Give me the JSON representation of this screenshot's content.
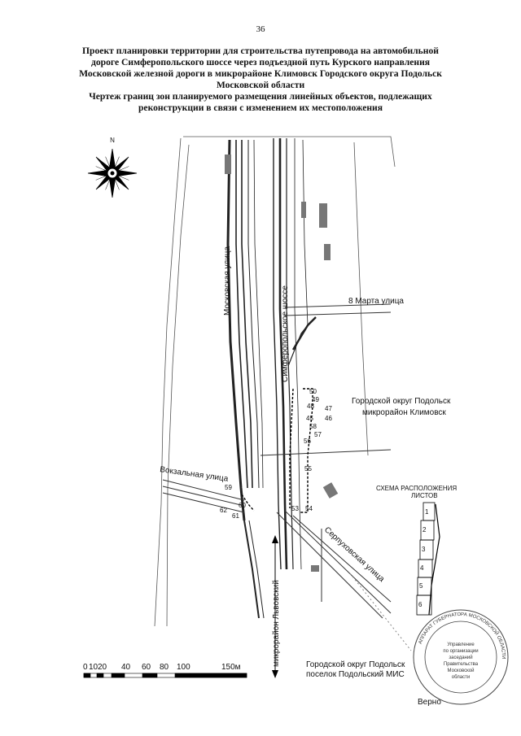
{
  "page_number": "36",
  "title": {
    "line1": "Проект планировки территории для строительства путепровода на автомобильной",
    "line2": "дороге Симферопольского шоссе через подъездной путь Курского направления",
    "line3": "Московской железной дороги в микрорайоне Климовск Городского округа Подольск",
    "line4": "Московской области",
    "line5": "Чертеж границ зон планируемого размещения линейных объектов, подлежащих",
    "line6": "реконструкции в связи с изменением их местоположения"
  },
  "compass": {
    "north": "N"
  },
  "streets": {
    "moskovskaya": "Московская улица",
    "simferopolskoe": "Симферопольское шоссе",
    "marta8": "8 Марта улица",
    "vokzalnaya": "Вокзальная улица",
    "serpukhovskaya": "Серпуховская улица",
    "lvovsky": "микрорайон Львовский"
  },
  "districts": {
    "klimovsk_line1": "Городской округ Подольск",
    "klimovsk_line2": "микрорайон Климовск",
    "mis_line1": "Городской округ Подольск",
    "mis_line2": "поселок Подольский МИС"
  },
  "point_labels": [
    "50",
    "49",
    "48",
    "47",
    "46",
    "45",
    "58",
    "57",
    "56",
    "55",
    "54",
    "53",
    "59",
    "60",
    "61",
    "62"
  ],
  "sheet_scheme": {
    "title_line1": "СХЕМА РАСПОЛОЖЕНИЯ",
    "title_line2": "ЛИСТОВ",
    "sheets": [
      "1",
      "2",
      "3",
      "4",
      "5",
      "6"
    ]
  },
  "scale_bar": {
    "labels": [
      "0",
      "10",
      "20",
      "40",
      "60",
      "80",
      "100",
      "150м"
    ]
  },
  "seal": {
    "ring_text": "АППАРАТ ГУБЕРНАТОРА МОСКОВСКОЙ ОБЛАСТИ",
    "center_lines": [
      "Управление",
      "по организации",
      "заседаний",
      "Правительства",
      "Московской",
      "области"
    ],
    "verno": "Верно"
  }
}
